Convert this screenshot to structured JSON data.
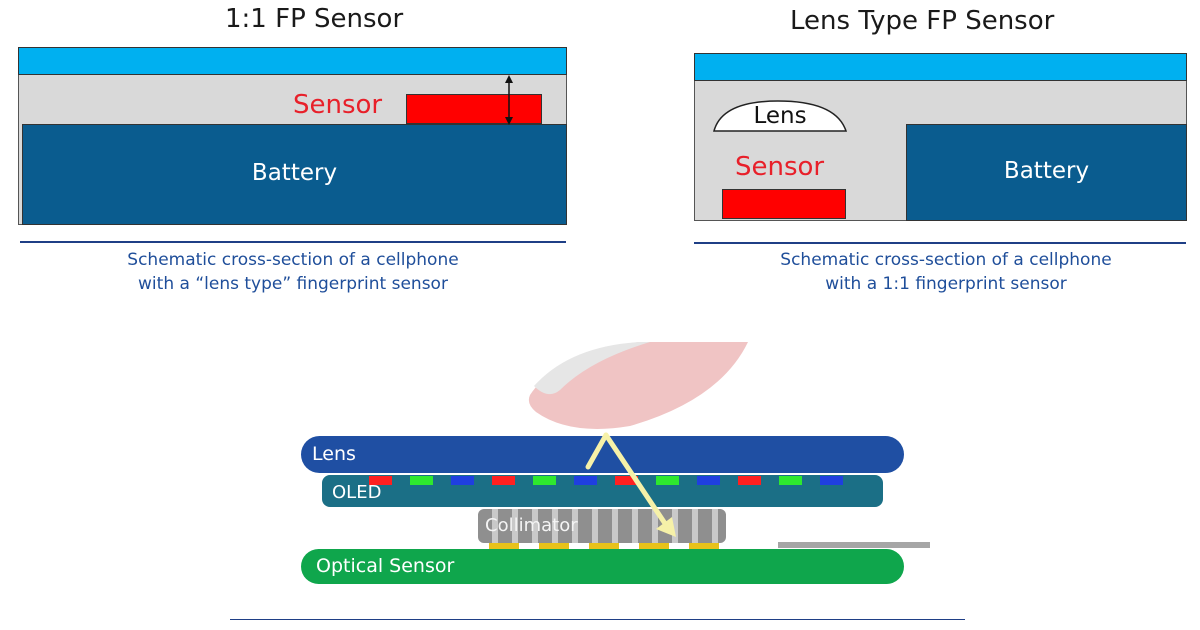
{
  "left_panel": {
    "title": "1:1 FP Sensor",
    "sensor_label": "Sensor",
    "battery_label": "Battery",
    "caption_line1": "Schematic cross-section of a cellphone",
    "caption_line2": "with a “lens type” fingerprint sensor"
  },
  "right_panel": {
    "title": "Lens Type FP Sensor",
    "lens_label": "Lens",
    "sensor_label": "Sensor",
    "battery_label": "Battery",
    "caption_line1": "Schematic cross-section of a cellphone",
    "caption_line2": "with a 1:1 fingerprint sensor"
  },
  "bottom_diagram": {
    "lens_label": "Lens",
    "oled_label": "OLED",
    "collimator_label": "Collimator",
    "optical_sensor_label": "Optical Sensor"
  },
  "colors": {
    "glass": "#00b0f0",
    "body": "#d9d9d9",
    "battery": "#0a5c8f",
    "sensor": "#ff0000",
    "lens_layer": "#1f4fa3",
    "oled_layer": "#1b6f86",
    "optical_sensor": "#0fa64c",
    "collimator": "#9a9a9a",
    "pixel_colors": [
      "red",
      "green",
      "blue"
    ]
  }
}
